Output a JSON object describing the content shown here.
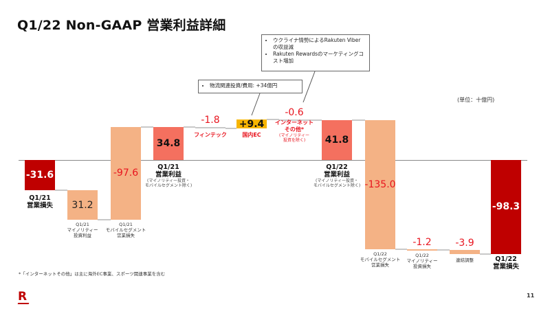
{
  "title": "Q1/22 Non-GAAP 営業利益詳細",
  "unit": "(単位：十億円)",
  "footnote": "*「インターネットその他」は主に海外EC事業、スポーツ関連事業を含む",
  "page_number": "11",
  "logo_text": "R",
  "callouts": {
    "logistics": "物流関連投資/費用: +34億円",
    "other": [
      "ウクライナ情勢によるRakuten Viberの収益減",
      "Rakuten Rewardsのマーケティングコスト増加"
    ]
  },
  "colors": {
    "dark_red": "#bf0000",
    "salmon": "#f4705f",
    "peach": "#f4b285",
    "yellow": "#f7b500",
    "grey": "#c8c8c8",
    "red_text": "#e8141e"
  },
  "chart_data": {
    "type": "waterfall",
    "title": "Q1/22 Non-GAAP 営業利益詳細",
    "unit": "十億円",
    "items": [
      {
        "value_label": "-31.6",
        "from": 0,
        "to": -31.6,
        "color": "#bf0000",
        "label_color": "#ffffff",
        "label_pos": "inside",
        "category": "Q1/21\n営業損失",
        "cat_style": "bold"
      },
      {
        "value_label": "31.2",
        "from": -31.6,
        "to": -62.8,
        "color": "#f4b285",
        "label_color": "#222222",
        "label_pos": "inside",
        "category": "Q1/21\nマイノリティー\n投資利益",
        "cat_style": "small"
      },
      {
        "value_label": "-97.6",
        "from": -62.8,
        "to": 34.8,
        "color": "#f4b285",
        "label_color": "#e8141e",
        "label_pos": "inside",
        "category": "Q1/21\nモバイルセグメント\n営業損失",
        "cat_style": "small"
      },
      {
        "value_label": "34.8",
        "from": 0,
        "to": 34.8,
        "color": "#f4705f",
        "label_color": "#111111",
        "label_pos": "inside",
        "category": "Q1/21\n営業利益",
        "sub": "(マイノリティー投資・\nモバイルセグメント除く)",
        "cat_style": "bold"
      },
      {
        "value_label": "-1.8",
        "from": 34.8,
        "to": 33.0,
        "color": "#c8c8c8",
        "label_color": "#e8141e",
        "label_pos": "above",
        "category": "フィンテック",
        "cat_style": "red"
      },
      {
        "value_label": "+9.4",
        "from": 33.0,
        "to": 42.4,
        "color": "#f7b500",
        "label_color": "#111111",
        "label_pos": "inside",
        "category": "国内EC",
        "cat_style": "red"
      },
      {
        "value_label": "-0.6",
        "from": 42.4,
        "to": 41.8,
        "color": "#c8c8c8",
        "label_color": "#e8141e",
        "label_pos": "above",
        "category": "インターネット\nその他*",
        "sub": "(マイノリティー\n投資を除く)",
        "cat_style": "red"
      },
      {
        "value_label": "41.8",
        "from": 0,
        "to": 41.8,
        "color": "#f4705f",
        "label_color": "#111111",
        "label_pos": "inside",
        "category": "Q1/22\n営業利益",
        "sub": "(マイノリティー投資・\nモバイルセグメント除く)",
        "cat_style": "bold"
      },
      {
        "value_label": "-135.0",
        "from": 41.8,
        "to": -93.2,
        "color": "#f4b285",
        "label_color": "#e8141e",
        "label_pos": "inside",
        "category": "Q1/22\nモバイルセグメント\n営業損失",
        "cat_style": "small"
      },
      {
        "value_label": "-1.2",
        "from": -93.2,
        "to": -94.4,
        "color": "#f4b285",
        "label_color": "#e8141e",
        "label_pos": "above",
        "category": "Q1/22\nマイノリティー\n投資損失",
        "cat_style": "small"
      },
      {
        "value_label": "-3.9",
        "from": -94.4,
        "to": -98.3,
        "color": "#f4b285",
        "label_color": "#e8141e",
        "label_pos": "above",
        "category": "連結調整",
        "cat_style": "small"
      },
      {
        "value_label": "-98.3",
        "from": 0,
        "to": -98.3,
        "color": "#bf0000",
        "label_color": "#ffffff",
        "label_pos": "inside",
        "category": "Q1/22\n営業損失",
        "cat_style": "bold"
      }
    ]
  }
}
